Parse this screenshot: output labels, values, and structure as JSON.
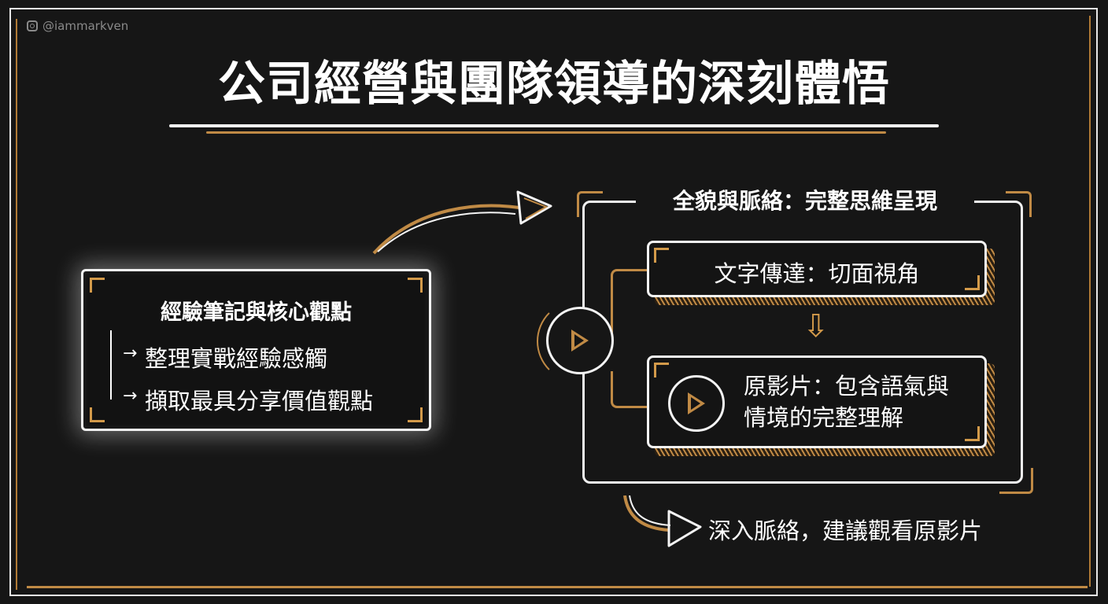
{
  "watermark": {
    "icon": "instagram-icon",
    "handle": "@iammarkven"
  },
  "title": "公司經營與團隊領導的深刻體悟",
  "left_box": {
    "heading": "經驗筆記與核心觀點",
    "items": [
      "整理實戰經驗感觸",
      "擷取最具分享價值觀點"
    ]
  },
  "right_panel": {
    "title": "全貌與脈絡：完整思維呈現",
    "box_text": {
      "label": "文字傳達：切面視角"
    },
    "box_video": {
      "line1": "原影片：包含語氣與",
      "line2": "情境的完整理解"
    }
  },
  "cta": "深入脈絡，建議觀看原影片",
  "colors": {
    "background": "#161616",
    "accent_gold": "#c08a45",
    "line_white": "#f4f4f4",
    "watermark_gray": "#8a8a8a"
  }
}
